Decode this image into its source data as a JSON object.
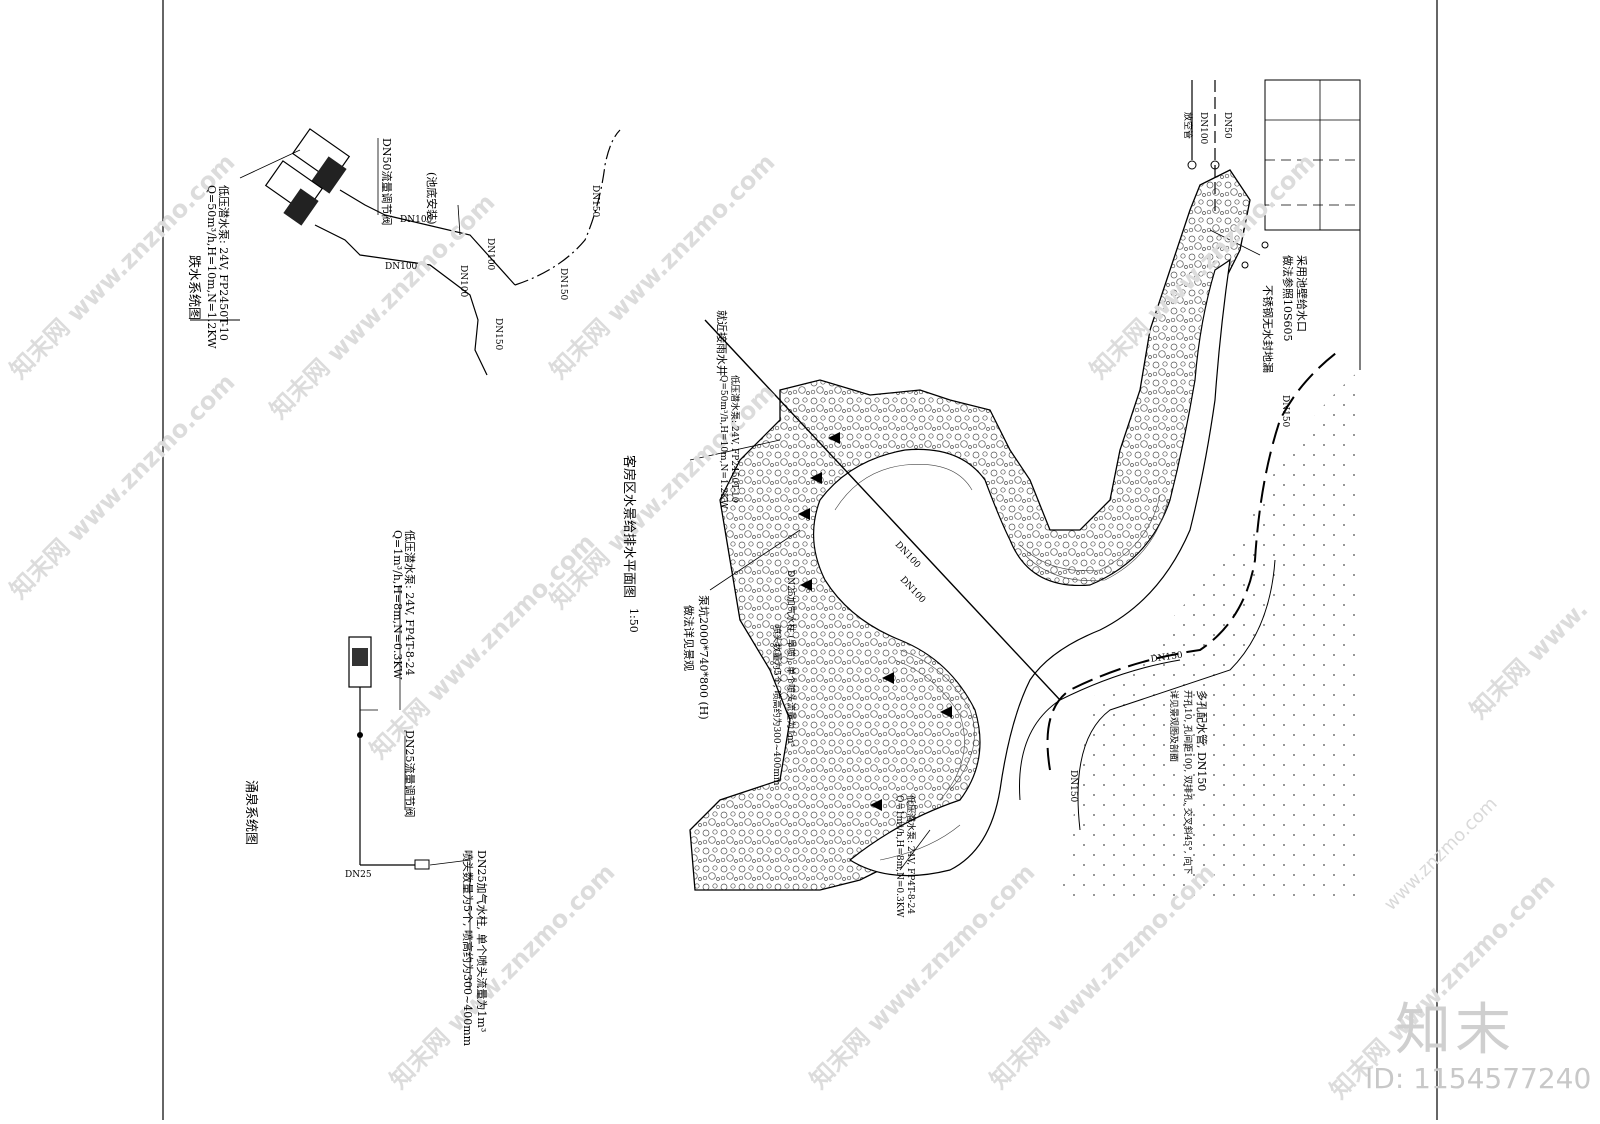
{
  "jet_system": {
    "title": "跌水系统图",
    "pump": "低压潜水泵: 24V, FP2450T-10",
    "pump_spec": "Q=50m³/h,H=10m,N=1.2KW",
    "valve": "DN50流量调节阀",
    "note": "(池底安装)",
    "pipe_a": "DN100",
    "pipe_b": "DN100",
    "pipe_c": "DN100",
    "pipe_d": "DN100",
    "pipe_150a": "DN150",
    "pipe_150b": "DN150",
    "pipe_150c": "DN150"
  },
  "spring_system": {
    "title": "涌泉系统图",
    "pump": "低压潜水泵: 24V, FP4T-8-24",
    "pump_spec": "Q=1m³/h,H=8m,N=0.3KW",
    "valve": "DN25流量调节阀",
    "pipe": "DN25",
    "nozzle": "DN25加气水柱, 单个喷头流量为1m³",
    "nozzle2": "喷头数量为5个, 喷高约为300~400mm"
  },
  "plan": {
    "title": "客房区水景给排水平面图",
    "scale": "1:50",
    "drain_well": "就近接雨水井",
    "pump_left": "低压潜水泵: 24V, FP2450T-10",
    "pump_left_spec": "Q=50m³/h,H=10m,N=1.2KW",
    "pit": "泵坑2000*740*800 (H)",
    "pit_note": "做法详见景观",
    "nozzle_note": "DN25加气水柱 (旱喷), 单个喷头流量为1m³",
    "nozzle_count": "喷头数量为5个, 喷高约为300~400mm",
    "pump_bottom": "低压潜水泵: 24V, FP4T-8-24",
    "pump_bottom_spec": "Q=1m³/h,H=8m,N=0.3KW",
    "pipe_dn100": "DN100",
    "pipe_dn100b": "DN100",
    "pipe_dn150a": "DN150",
    "pipe_dn150b": "DN150",
    "pipe_dn150c": "DN150",
    "top_dn100": "DN100",
    "top_empty": "放空管",
    "top_dn50": "DN50",
    "inlet": "采用池壁给水口",
    "inlet_ref": "做法参照10S605",
    "drain_floor": "不锈钢无水封地漏",
    "overflow": "多孔配水管, DN150",
    "overflow_note": "开孔10, 孔间距100, 双排孔, 交叉斜45°, 向下",
    "overflow_note2": "详见景观图及剖面"
  },
  "watermark": {
    "site": "www.znzmo.com",
    "brand": "知末",
    "id": "ID: 1154577240"
  }
}
